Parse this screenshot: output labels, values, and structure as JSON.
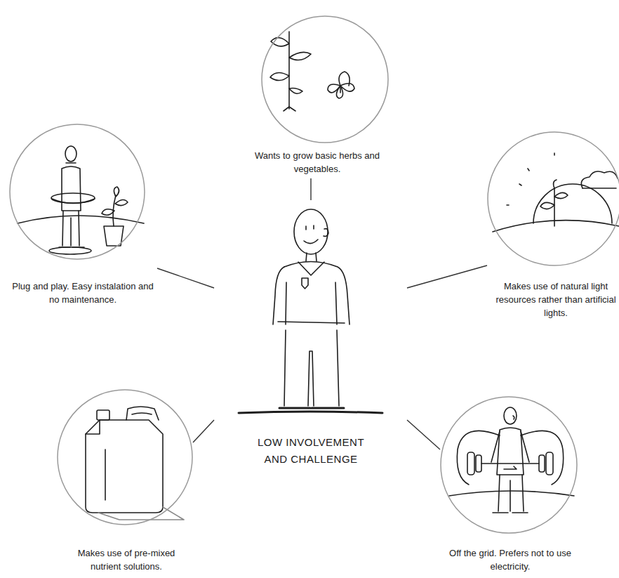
{
  "diagram": {
    "nodes": [
      {
        "text": [
          "Wants to grow basic herbs and vegetables."
        ]
      },
      {
        "text": [
          "Plug and play. Easy instalation and no maintenance."
        ]
      },
      {
        "text": [
          "Makes use of natural light resources rather than artificial lights."
        ]
      },
      {
        "text": [
          "LOW INVOLVEMENT AND CHALLENGE"
        ]
      },
      {
        "text": [
          "Makes use of pre-mixed nutrient solutions."
        ]
      },
      {
        "text": [
          "Off the grid. Prefers not to use electricity."
        ]
      }
    ],
    "edges": [
      {
        "from": 3,
        "to": 0,
        "arrow": "none"
      },
      {
        "from": 3,
        "to": 1,
        "arrow": "none"
      },
      {
        "from": 3,
        "to": 2,
        "arrow": "none"
      },
      {
        "from": 3,
        "to": 4,
        "arrow": "none"
      },
      {
        "from": 3,
        "to": 5,
        "arrow": "none"
      }
    ]
  }
}
